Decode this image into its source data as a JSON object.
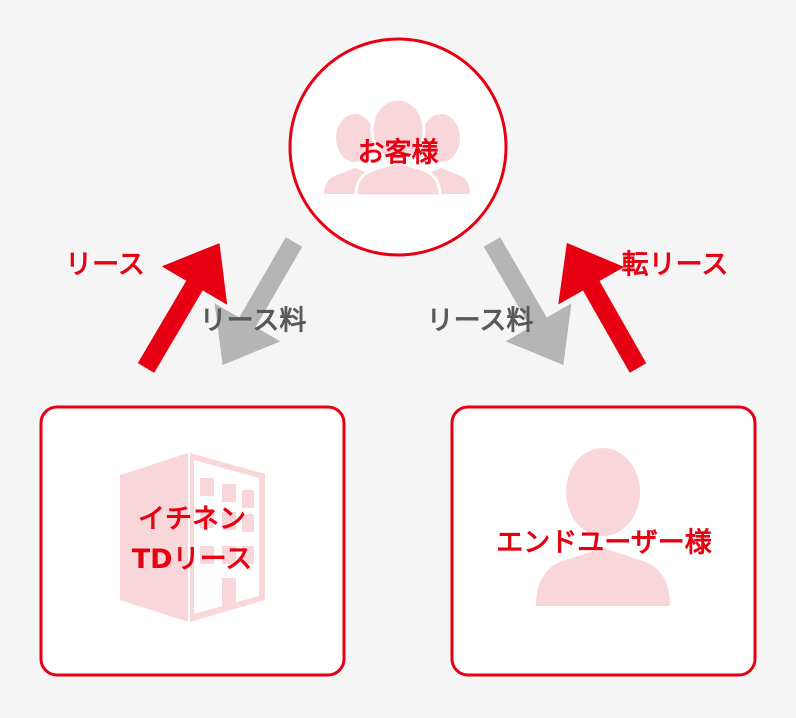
{
  "nodes": {
    "customer": {
      "label": "お客様"
    },
    "lessor": {
      "label_line1": "イチネン",
      "label_line2": "TDリース"
    },
    "end_user": {
      "label": "エンドユーザー様"
    }
  },
  "edges": {
    "lease": {
      "label": "リース"
    },
    "lease_fee_left": {
      "label": "リース料"
    },
    "lease_fee_right": {
      "label": "リース料"
    },
    "sublease": {
      "label": "転リース"
    }
  },
  "colors": {
    "accent": "#e60012",
    "icon_fill": "#f9d6d9",
    "arrow_gray": "#b5b5b5",
    "background": "#f5f5f5"
  }
}
